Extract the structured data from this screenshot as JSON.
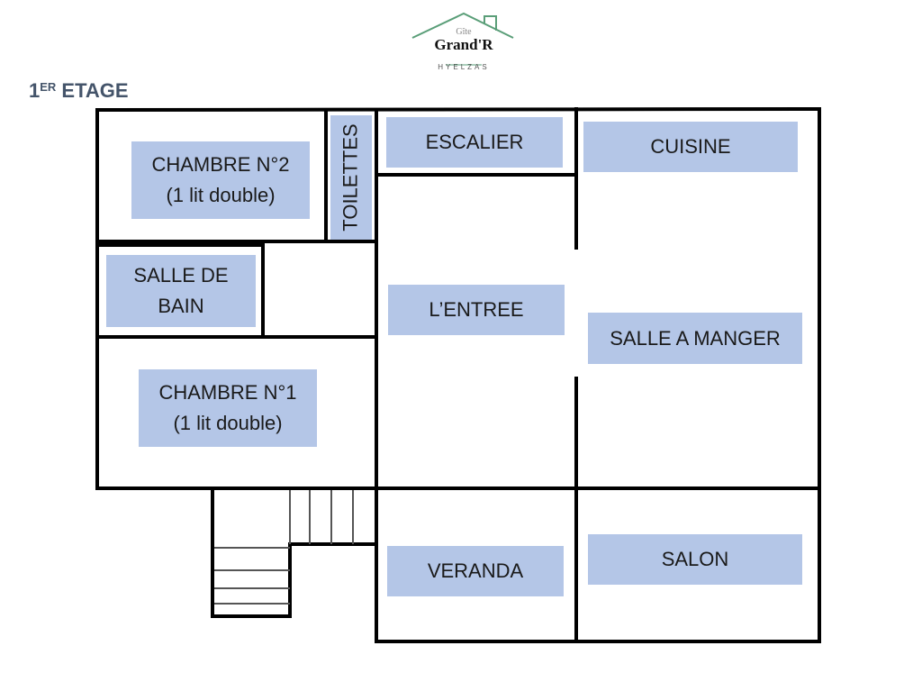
{
  "logo": {
    "line1": "Gîte",
    "line2": "Grand'R",
    "line3": "HYELZAS"
  },
  "title": {
    "main": "1",
    "sup": "ER",
    "rest": " ETAGE"
  },
  "rooms": {
    "chambre2": {
      "name": "CHAMBRE N°2",
      "detail": "(1 lit double)"
    },
    "toilettes": "TOILETTES",
    "escalier": "ESCALIER",
    "cuisine": "CUISINE",
    "salle_de_bain": {
      "line1": "SALLE DE",
      "line2": "BAIN"
    },
    "entree": "L’ENTREE",
    "salle_a_manger": "SALLE A MANGER",
    "chambre1": {
      "name": "CHAMBRE N°1",
      "detail": "(1 lit double)"
    },
    "veranda": "VERANDA",
    "salon": "SALON"
  },
  "colors": {
    "room_label": "#b4c6e7",
    "wall": "#000000",
    "logo": "#5a9e78"
  }
}
